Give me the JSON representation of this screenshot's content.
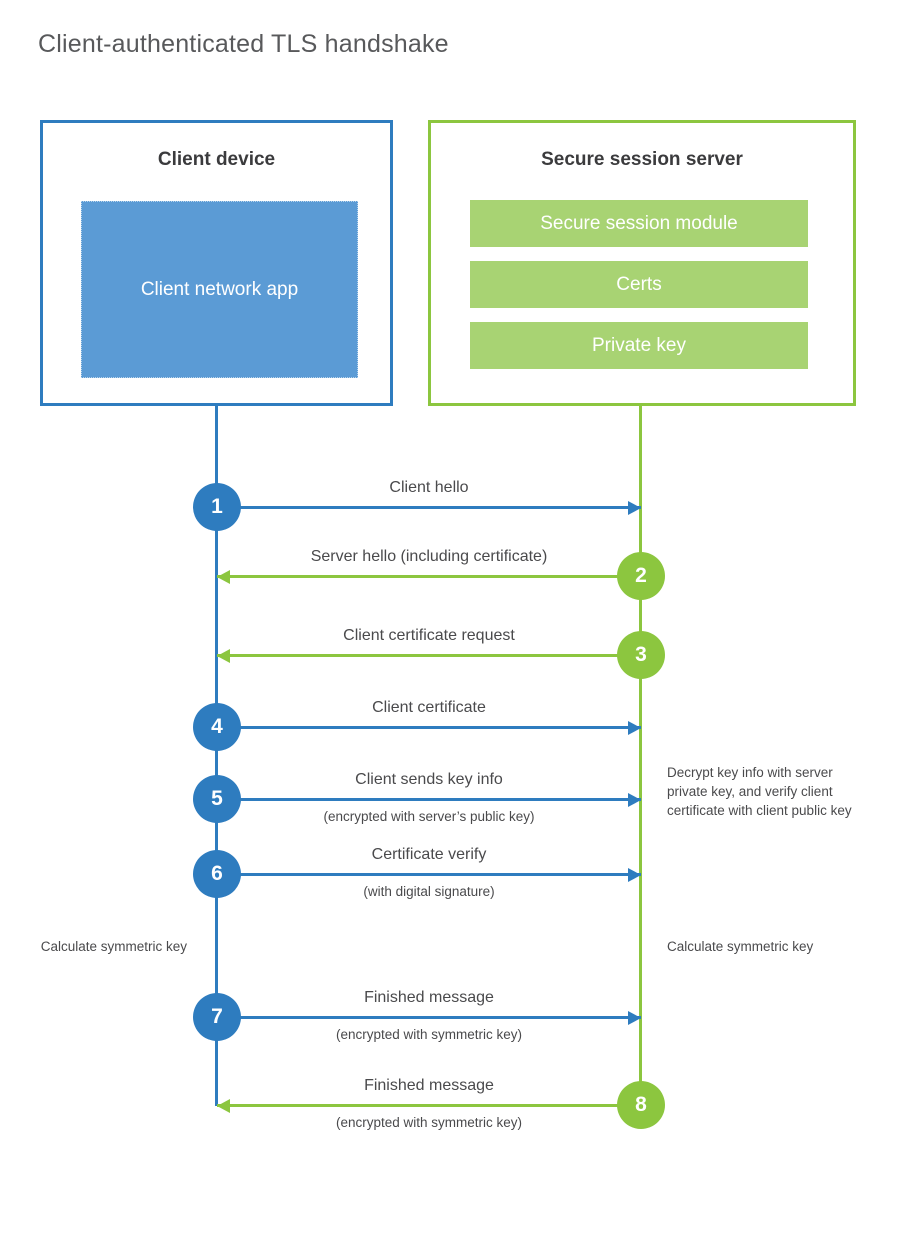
{
  "title": "Client-authenticated TLS handshake",
  "colors": {
    "client_blue": "#2e7cbf",
    "client_app_fill": "#5b9bd5",
    "server_green": "#8cc63f",
    "server_bar_fill": "#a8d373",
    "text_gray": "#4a4a4c",
    "heading_gray": "#3b3b3d",
    "title_gray": "#58595b"
  },
  "client_panel": {
    "heading": "Client device",
    "app_label": "Client network app"
  },
  "server_panel": {
    "heading": "Secure session server",
    "modules": [
      {
        "label": "Secure session module"
      },
      {
        "label": "Certs"
      },
      {
        "label": "Private key"
      }
    ]
  },
  "messages": [
    {
      "number": "1",
      "label": "Client hello",
      "sublabel": "",
      "direction": "client-to-server",
      "origin": "client"
    },
    {
      "number": "2",
      "label": "Server hello (including certificate)",
      "sublabel": "",
      "direction": "server-to-client",
      "origin": "server"
    },
    {
      "number": "3",
      "label": "Client certificate request",
      "sublabel": "",
      "direction": "server-to-client",
      "origin": "server"
    },
    {
      "number": "4",
      "label": "Client certificate",
      "sublabel": "",
      "direction": "client-to-server",
      "origin": "client"
    },
    {
      "number": "5",
      "label": "Client sends key info",
      "sublabel": "(encrypted with server’s public key)",
      "direction": "client-to-server",
      "origin": "client"
    },
    {
      "number": "6",
      "label": "Certificate verify",
      "sublabel": "(with digital signature)",
      "direction": "client-to-server",
      "origin": "client"
    },
    {
      "number": "7",
      "label": "Finished message",
      "sublabel": "(encrypted with symmetric key)",
      "direction": "client-to-server",
      "origin": "client"
    },
    {
      "number": "8",
      "label": "Finished message",
      "sublabel": "(encrypted with symmetric key)",
      "direction": "server-to-client",
      "origin": "server"
    }
  ],
  "notes": {
    "server_decrypt": "Decrypt key info with server private key, and verify client certificate with client public key",
    "client_calculate": "Calculate symmetric key",
    "server_calculate": "Calculate symmetric key"
  }
}
